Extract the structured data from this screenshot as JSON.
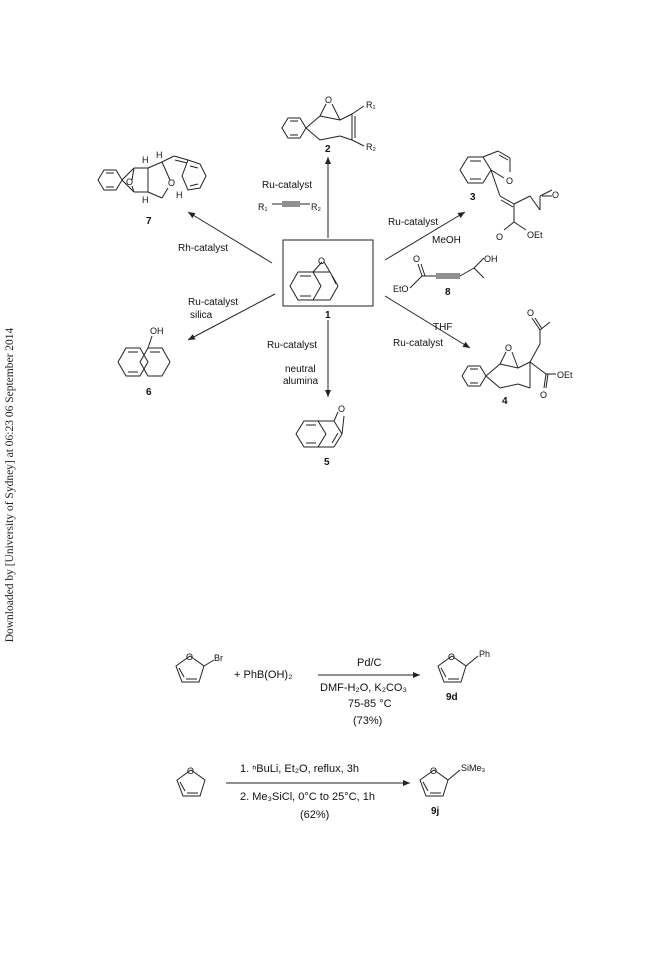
{
  "watermark": "Downloaded by [University of Sydney] at 06:23 06 September 2014",
  "scheme1": {
    "center_compound": "1",
    "compounds": {
      "c2": "2",
      "c3": "3",
      "c4": "4",
      "c5": "5",
      "c6": "6",
      "c7": "7",
      "c8": "8"
    },
    "atoms": {
      "O": "O",
      "R1": "R₁",
      "R2": "R₂",
      "OEt": "OEt",
      "EtO": "EtO",
      "OH": "OH",
      "H": "H"
    },
    "conditions": {
      "to2": "Ru-catalyst",
      "to3": "Ru-catalyst",
      "to3_solvent": "MeOH",
      "to4": "Ru-catalyst",
      "to4_solvent": "THF",
      "to5_a": "Ru-catalyst",
      "to5_b": "neutral",
      "to5_c": "alumina",
      "to6_a": "Ru-catalyst",
      "to6_b": "silica",
      "to7": "Rh-catalyst"
    }
  },
  "scheme2": {
    "reaction1": {
      "substituent": "Br",
      "reagent": "+ PhB(OH)₂",
      "above_arrow": "Pd/C",
      "below_1": "DMF-H₂O, K₂CO₃",
      "below_2": "75-85 °C",
      "below_3": "(73%)",
      "product_substituent": "Ph",
      "product_label": "9d"
    },
    "reaction2": {
      "above_arrow": "1. ⁿBuLi, Et₂O, reflux, 3h",
      "below_arrow": "2. Me₃SiCl, 0°C to 25°C, 1h",
      "yield": "(62%)",
      "product_substituent": "SiMe₃",
      "product_label": "9j"
    }
  }
}
